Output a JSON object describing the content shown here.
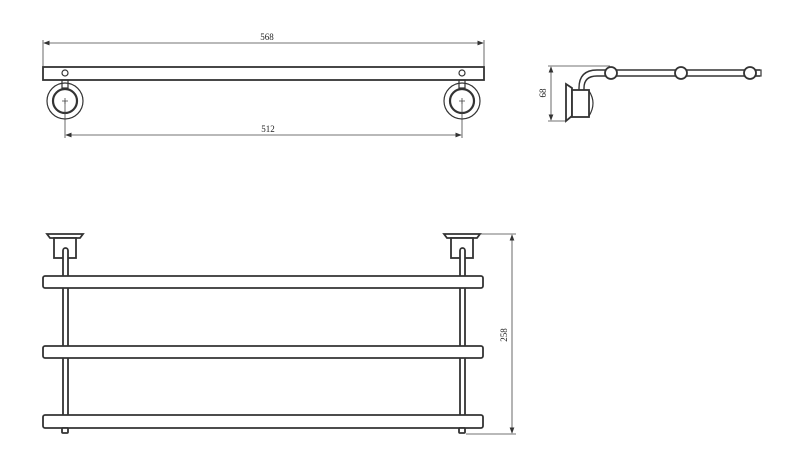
{
  "drawing": {
    "top_view": {
      "overall_length_label": "568",
      "mount_spacing_label": "512"
    },
    "side_view": {
      "depth_label": "68"
    },
    "front_view": {
      "height_label": "258",
      "bar_count": 3
    }
  }
}
